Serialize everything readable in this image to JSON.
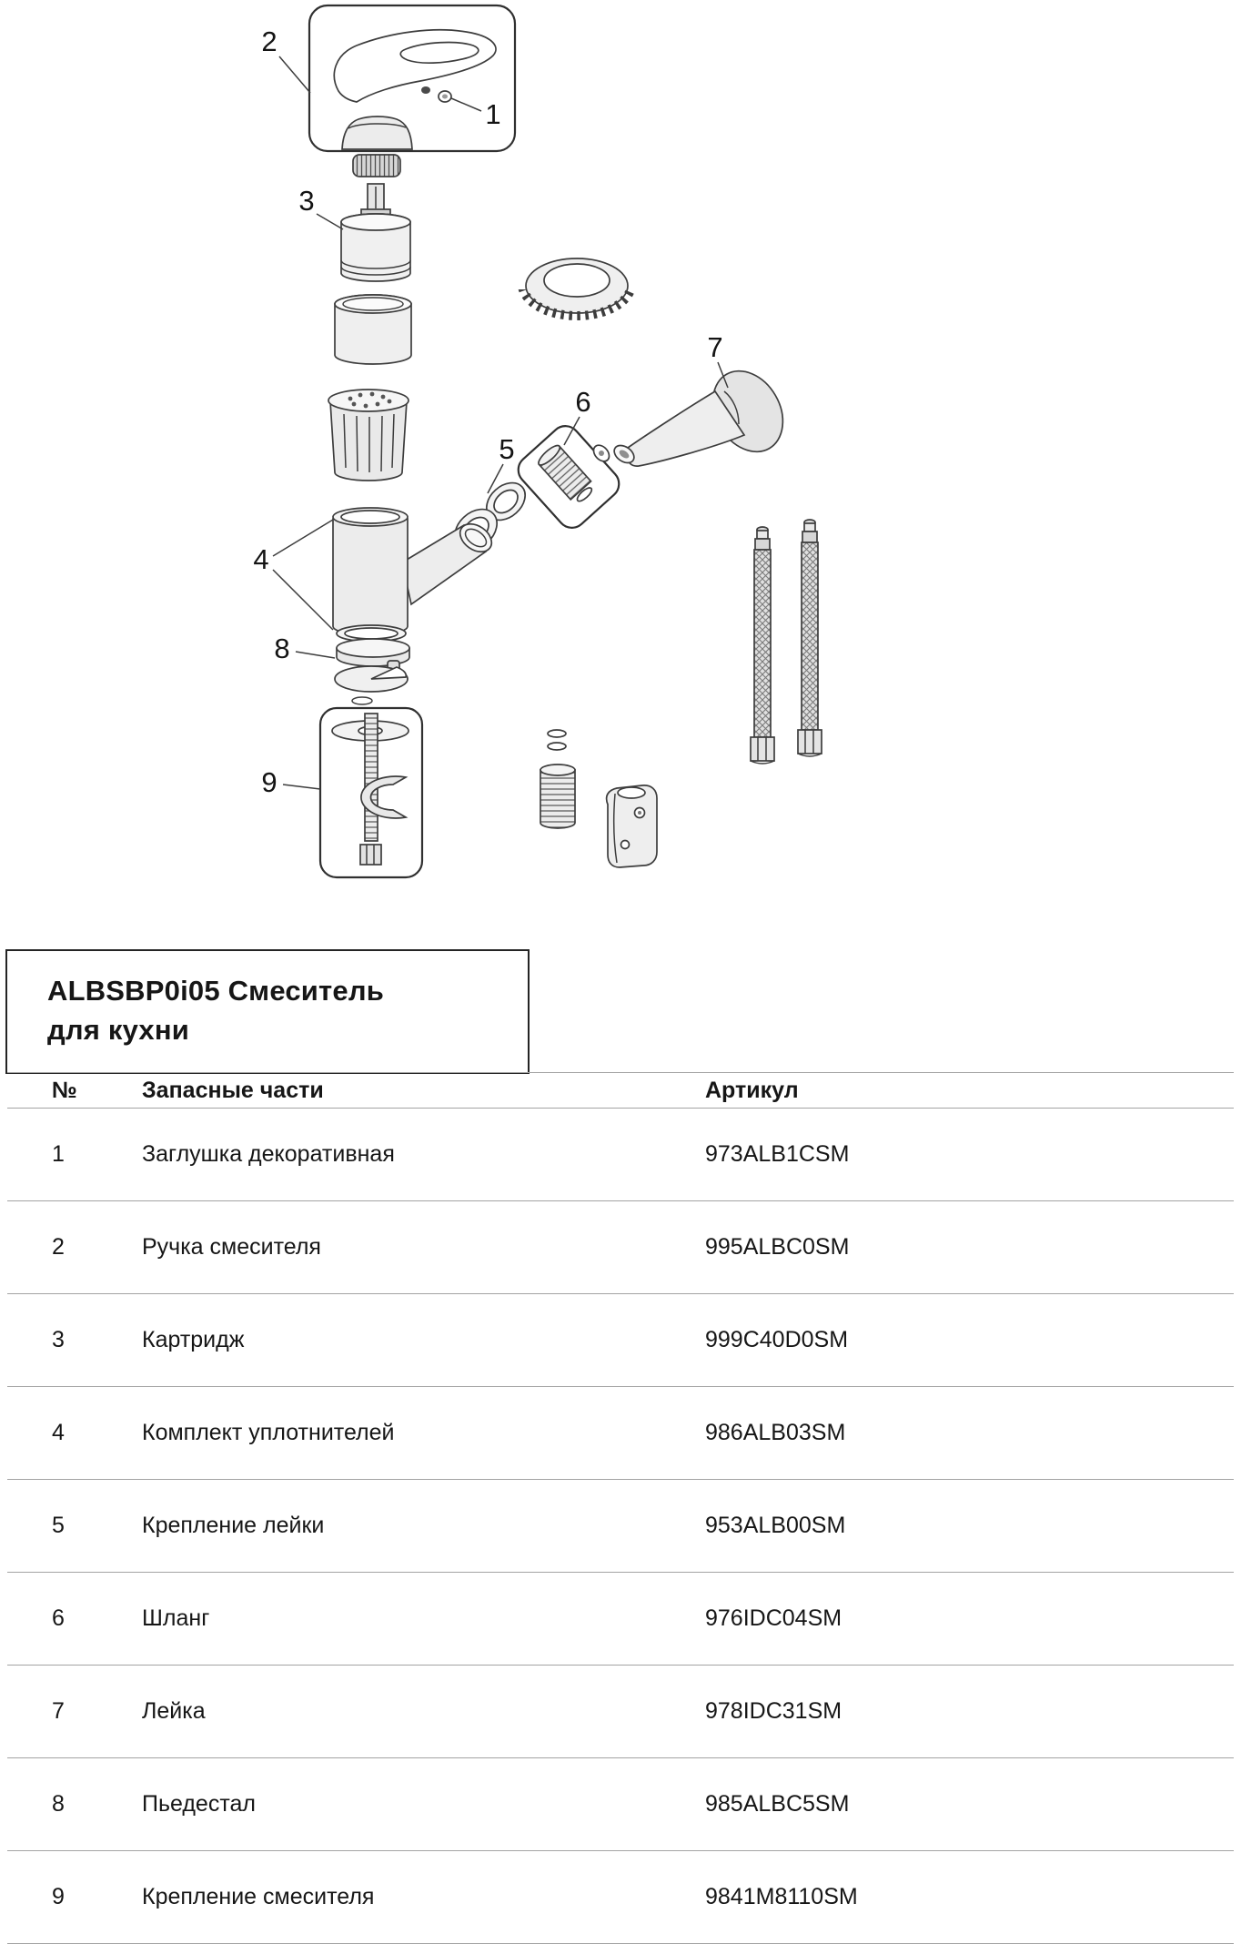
{
  "product": {
    "title_line1": "ALBSBP0i05 Смеситель",
    "title_line2": "для кухни"
  },
  "diagram": {
    "callouts": [
      {
        "label": "1"
      },
      {
        "label": "2"
      },
      {
        "label": "3"
      },
      {
        "label": "4"
      },
      {
        "label": "5"
      },
      {
        "label": "6"
      },
      {
        "label": "7"
      },
      {
        "label": "8"
      },
      {
        "label": "9"
      }
    ]
  },
  "table": {
    "headers": {
      "num": "№",
      "name": "Запасные части",
      "article": "Артикул"
    },
    "rows": [
      {
        "num": "1",
        "name": "Заглушка декоративная",
        "article": "973ALB1CSM"
      },
      {
        "num": "2",
        "name": "Ручка смесителя",
        "article": "995ALBC0SM"
      },
      {
        "num": "3",
        "name": "Картридж",
        "article": "999C40D0SM"
      },
      {
        "num": "4",
        "name": "Комплект уплотнителей",
        "article": "986ALB03SM"
      },
      {
        "num": "5",
        "name": "Крепление лейки",
        "article": "953ALB00SM"
      },
      {
        "num": "6",
        "name": "Шланг",
        "article": "976IDC04SM"
      },
      {
        "num": "7",
        "name": "Лейка",
        "article": "978IDC31SM"
      },
      {
        "num": "8",
        "name": "Пьедестал",
        "article": "985ALBC5SM"
      },
      {
        "num": "9",
        "name": "Крепление смесителя",
        "article": "9841M8110SM"
      }
    ]
  }
}
